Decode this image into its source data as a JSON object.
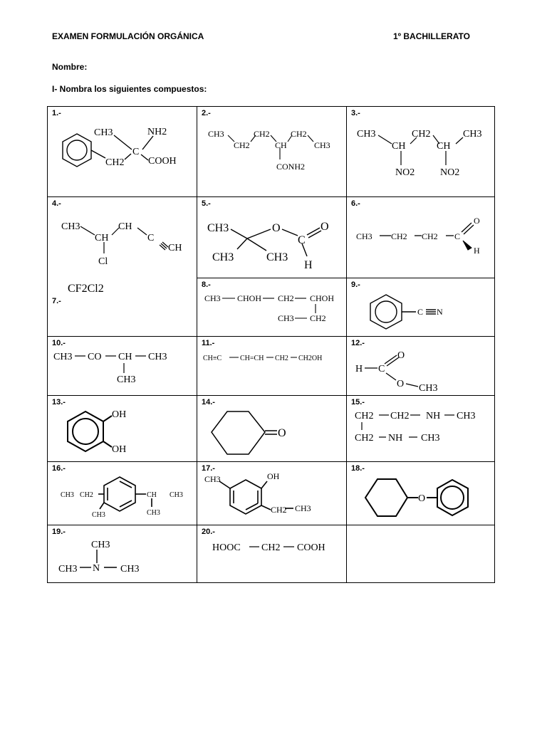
{
  "header": {
    "title": "EXAMEN FORMULACIÓN ORGÁNICA",
    "level": "1º BACHILLERATO",
    "name_label": "Nombre:",
    "instruction": "I- Nombra los siguientes compuestos:"
  },
  "compounds": [
    {
      "number": "1.-",
      "labels": [
        "CH3",
        "NH2",
        "C",
        "CH2",
        "COOH"
      ]
    },
    {
      "number": "2.-",
      "labels": [
        "CH3",
        "CH2",
        "CH2",
        "CH",
        "CH2",
        "CH3",
        "CONH2"
      ]
    },
    {
      "number": "3.-",
      "labels": [
        "CH3",
        "CH",
        "CH2",
        "CH",
        "CH3",
        "NO2",
        "NO2"
      ]
    },
    {
      "number": "4.-",
      "labels": [
        "CH3",
        "CH",
        "CH",
        "C",
        "CH",
        "Cl"
      ]
    },
    {
      "number": "5.-",
      "labels": [
        "CH3",
        "O",
        "C",
        "O",
        "CH3",
        "CH3",
        "H"
      ]
    },
    {
      "number": "6.-",
      "labels": [
        "CH3",
        "CH2",
        "CH2",
        "C",
        "O",
        "H"
      ]
    },
    {
      "number": "7.-",
      "labels": [
        "CF2Cl2"
      ]
    },
    {
      "number": "8.-",
      "labels": [
        "CH3",
        "CHOH",
        "CH2",
        "CHOH",
        "CH3",
        "CH2"
      ]
    },
    {
      "number": "9.-",
      "labels": [
        "C",
        "N"
      ]
    },
    {
      "number": "10.-",
      "labels": [
        "CH3",
        "CO",
        "CH",
        "CH3",
        "CH3"
      ]
    },
    {
      "number": "11.-",
      "labels": [
        "CH≡C",
        "CH=CH",
        "CH2",
        "CH2OH"
      ]
    },
    {
      "number": "12.-",
      "labels": [
        "H",
        "C",
        "O",
        "O",
        "CH3"
      ]
    },
    {
      "number": "13.-",
      "labels": [
        "OH",
        "OH"
      ]
    },
    {
      "number": "14.-",
      "labels": [
        "O"
      ]
    },
    {
      "number": "15.-",
      "labels": [
        "CH2",
        "CH2",
        "NH",
        "CH3",
        "CH2",
        "NH",
        "CH3"
      ]
    },
    {
      "number": "16.-",
      "labels": [
        "CH3",
        "CH2",
        "CH",
        "CH3",
        "CH3",
        "CH3"
      ]
    },
    {
      "number": "17.-",
      "labels": [
        "CH3",
        "OH",
        "CH2",
        "CH3"
      ]
    },
    {
      "number": "18.-",
      "labels": [
        "O"
      ]
    },
    {
      "number": "19.-",
      "labels": [
        "CH3",
        "CH3",
        "N",
        "CH3"
      ]
    },
    {
      "number": "20.-",
      "labels": [
        "HOOC",
        "CH2",
        "COOH"
      ]
    }
  ]
}
